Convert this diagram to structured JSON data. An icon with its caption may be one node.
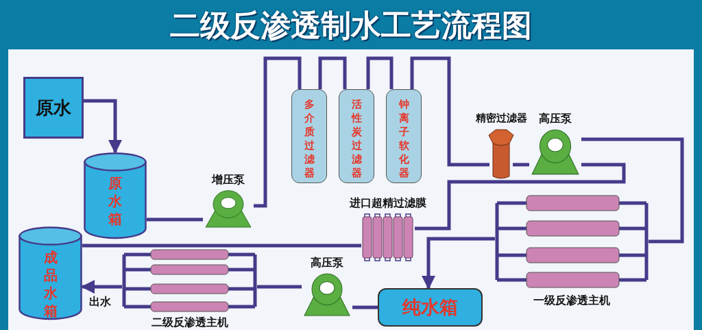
{
  "diagram": {
    "title": "二级反渗透制水工艺流程图",
    "nodes": [
      {
        "text": [
          "原水"
        ]
      },
      {
        "text": [
          "原水箱"
        ]
      },
      {
        "text": [
          "成品水箱"
        ]
      },
      {
        "text": [
          "增压泵"
        ]
      },
      {
        "text": [
          "多介质过滤器"
        ]
      },
      {
        "text": [
          "活性炭过滤器"
        ]
      },
      {
        "text": [
          "钟离子软化器"
        ]
      },
      {
        "text": [
          "精密过滤器"
        ]
      },
      {
        "text": [
          "高压泵"
        ]
      },
      {
        "text": [
          "进口超精过滤膜"
        ]
      },
      {
        "text": [
          "一级反渗透主机"
        ]
      },
      {
        "text": [
          "纯水箱"
        ]
      },
      {
        "text": [
          "高压泵"
        ]
      },
      {
        "text": [
          "二级反渗透主机"
        ]
      }
    ],
    "edges": [
      {
        "from": 0,
        "to": 1,
        "arrow": "to"
      },
      {
        "from": 1,
        "to": 3,
        "arrow": "none"
      },
      {
        "from": 3,
        "to": 4,
        "arrow": "none"
      },
      {
        "from": 4,
        "to": 5,
        "arrow": "none"
      },
      {
        "from": 5,
        "to": 6,
        "arrow": "none"
      },
      {
        "from": 6,
        "to": 7,
        "arrow": "none"
      },
      {
        "from": 7,
        "to": 8,
        "arrow": "none"
      },
      {
        "from": 8,
        "to": 9,
        "arrow": "none"
      },
      {
        "from": 8,
        "to": 10,
        "arrow": "none"
      },
      {
        "from": 10,
        "to": 11,
        "arrow": "to"
      },
      {
        "from": 11,
        "to": 12,
        "arrow": "none"
      },
      {
        "from": 12,
        "to": 13,
        "arrow": "none"
      },
      {
        "from": 13,
        "to": 2,
        "arrow": "to",
        "label": "出水"
      },
      {
        "from": 9,
        "to": 2,
        "arrow": "none"
      }
    ]
  }
}
